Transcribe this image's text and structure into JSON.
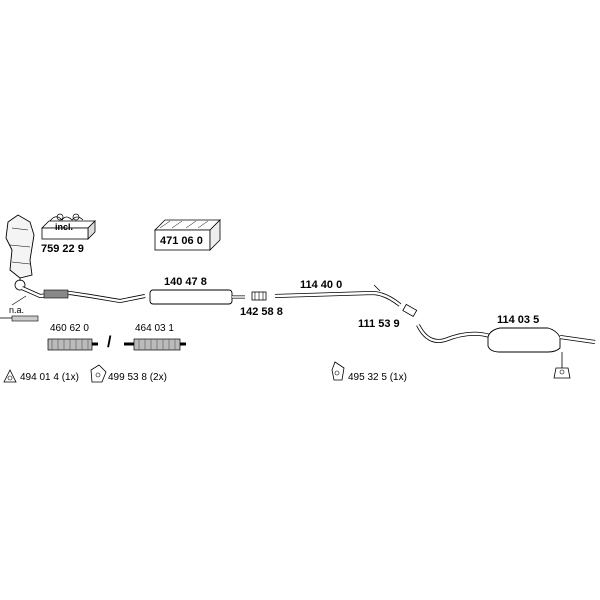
{
  "parts": {
    "catalyst": "759 22 9",
    "catalyst_incl": "incl.",
    "mount_kit": "471 06 0",
    "front_silencer": "140 47 8",
    "clamp_front": "142 58 8",
    "middle_pipe": "114 40 0",
    "clamp_mid": "111 53 9",
    "rear_silencer": "114 03 5",
    "flex_pipe_a": "460 62 0",
    "flex_pipe_b": "464 03 1",
    "separator": "/",
    "na_label": "n.a.",
    "seal_ring": "494 01 4 (1x)",
    "rubber_mount_a": "499 53 8 (2x)",
    "rubber_mount_b": "495 32 5 (1x)"
  },
  "colors": {
    "line": "#000000",
    "fill_light": "#eeeeee",
    "fill_dark": "#555555"
  }
}
